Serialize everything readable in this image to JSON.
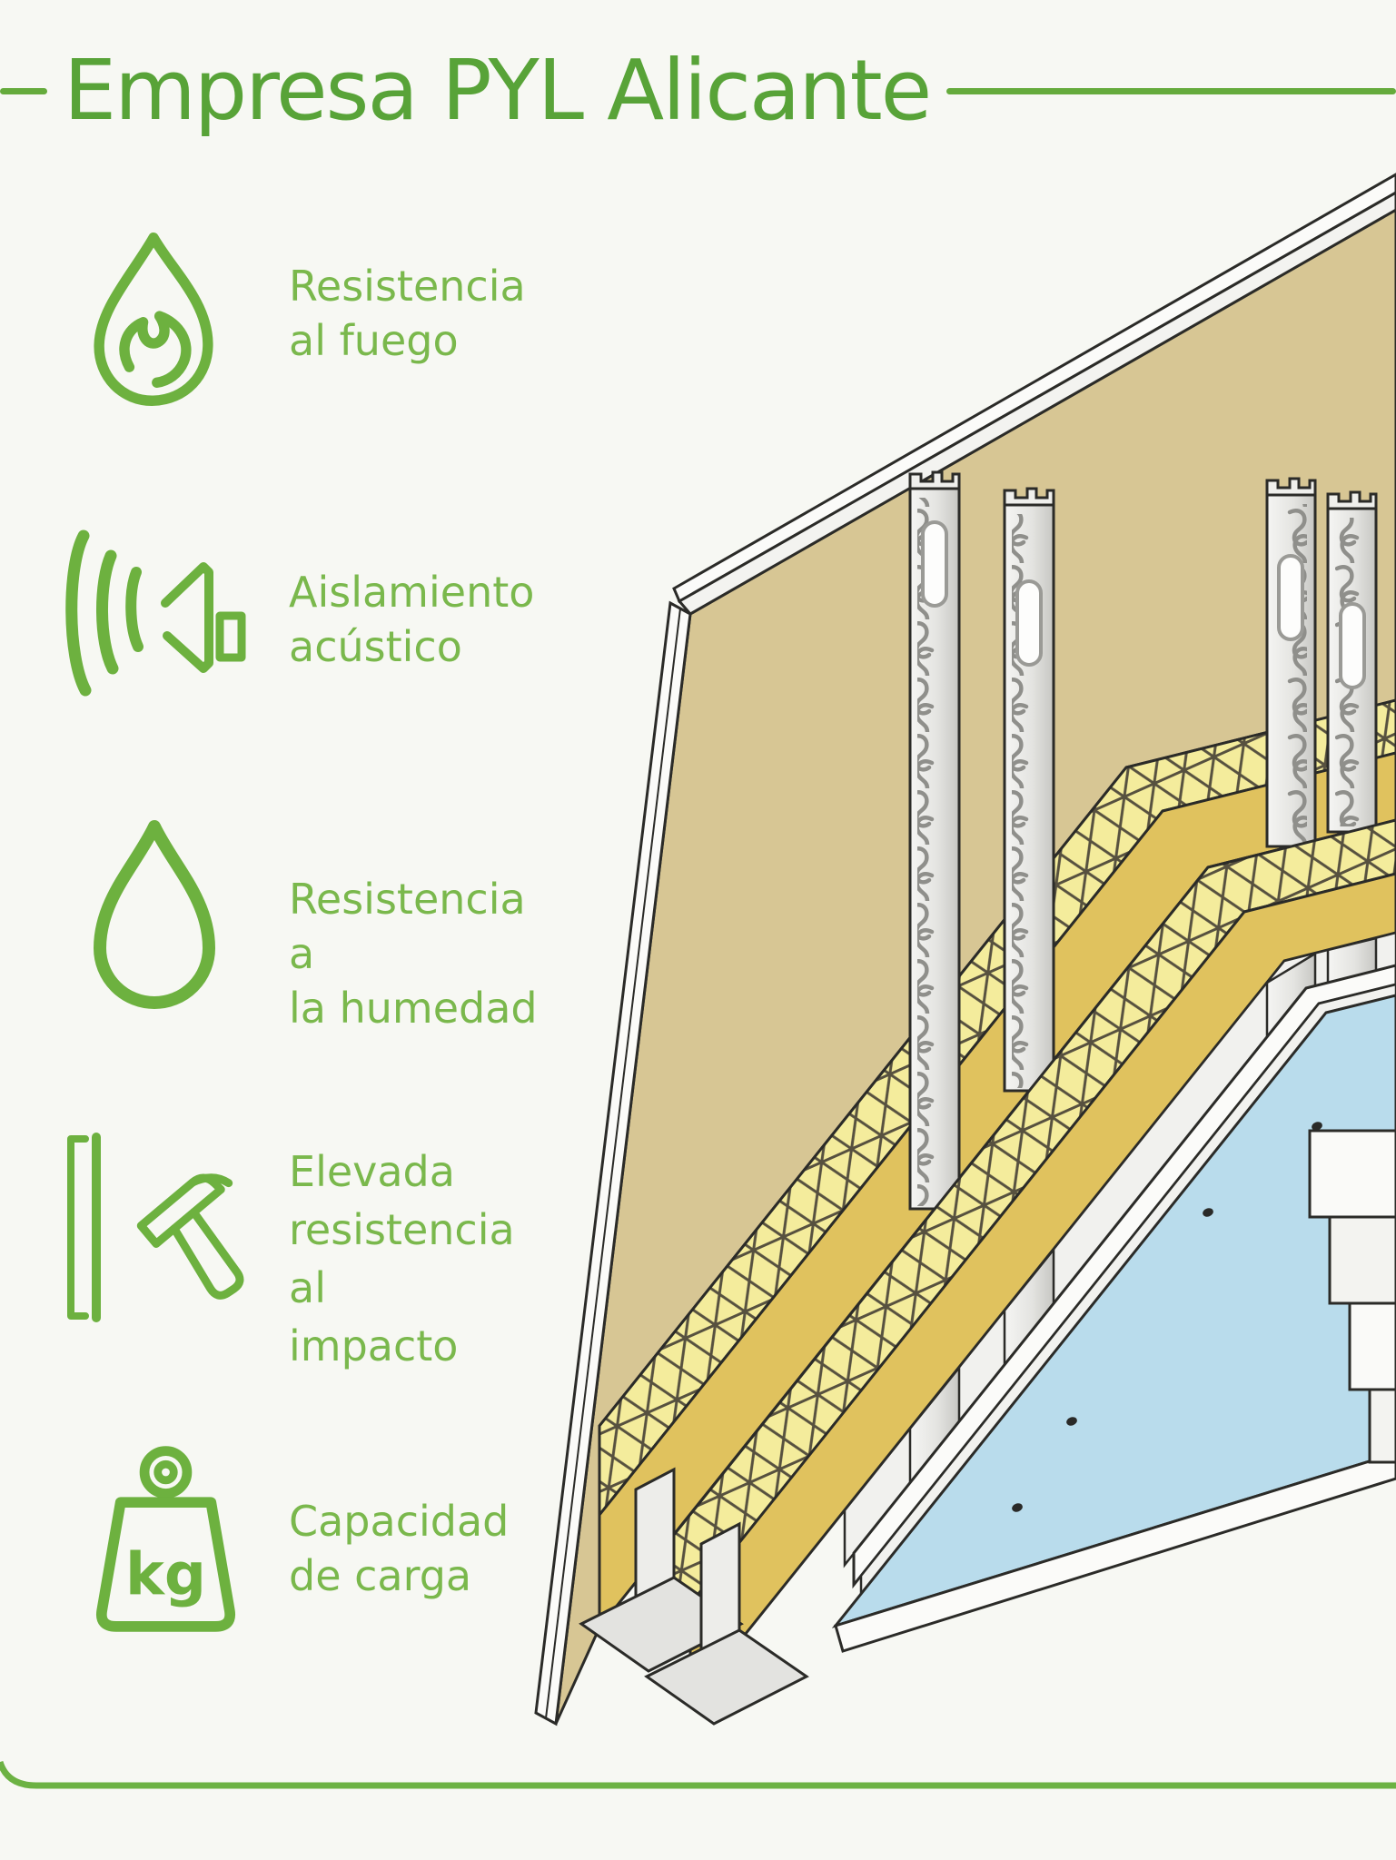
{
  "page": {
    "background": "#f7f8f3"
  },
  "title": {
    "text": "Empresa PYL Alicante",
    "color": "#58a338"
  },
  "features": [
    {
      "name": "fire-resistance",
      "icon": "flame-icon",
      "lines": [
        "Resistencia",
        "al fuego"
      ]
    },
    {
      "name": "acoustic-insulation",
      "icon": "speaker-sound-waves-icon",
      "lines": [
        "Aislamiento",
        "acústico"
      ]
    },
    {
      "name": "moisture-resistance",
      "icon": "water-drop-icon",
      "lines": [
        "Resistencia a",
        "la humedad"
      ]
    },
    {
      "name": "impact-resistance",
      "icon": "hammer-wall-icon",
      "lines": [
        "Elevada",
        "resistencia al",
        "impacto"
      ]
    },
    {
      "name": "load-capacity",
      "icon": "kg-weight-icon",
      "lines": [
        "Capacidad",
        "de carga"
      ],
      "badge": "kg"
    }
  ],
  "illustration": {
    "name": "drywall-partition-cutaway",
    "colors": {
      "plasterboard_tan": "#d7c694",
      "insulation_yellow": "#f4ec9c",
      "insulation_face": "#e0c25e",
      "metal_stud": "#e9e9e7",
      "panel_blue": "#b9dcec",
      "outline": "#2b2b28",
      "accent_line": "#6cb243"
    }
  }
}
